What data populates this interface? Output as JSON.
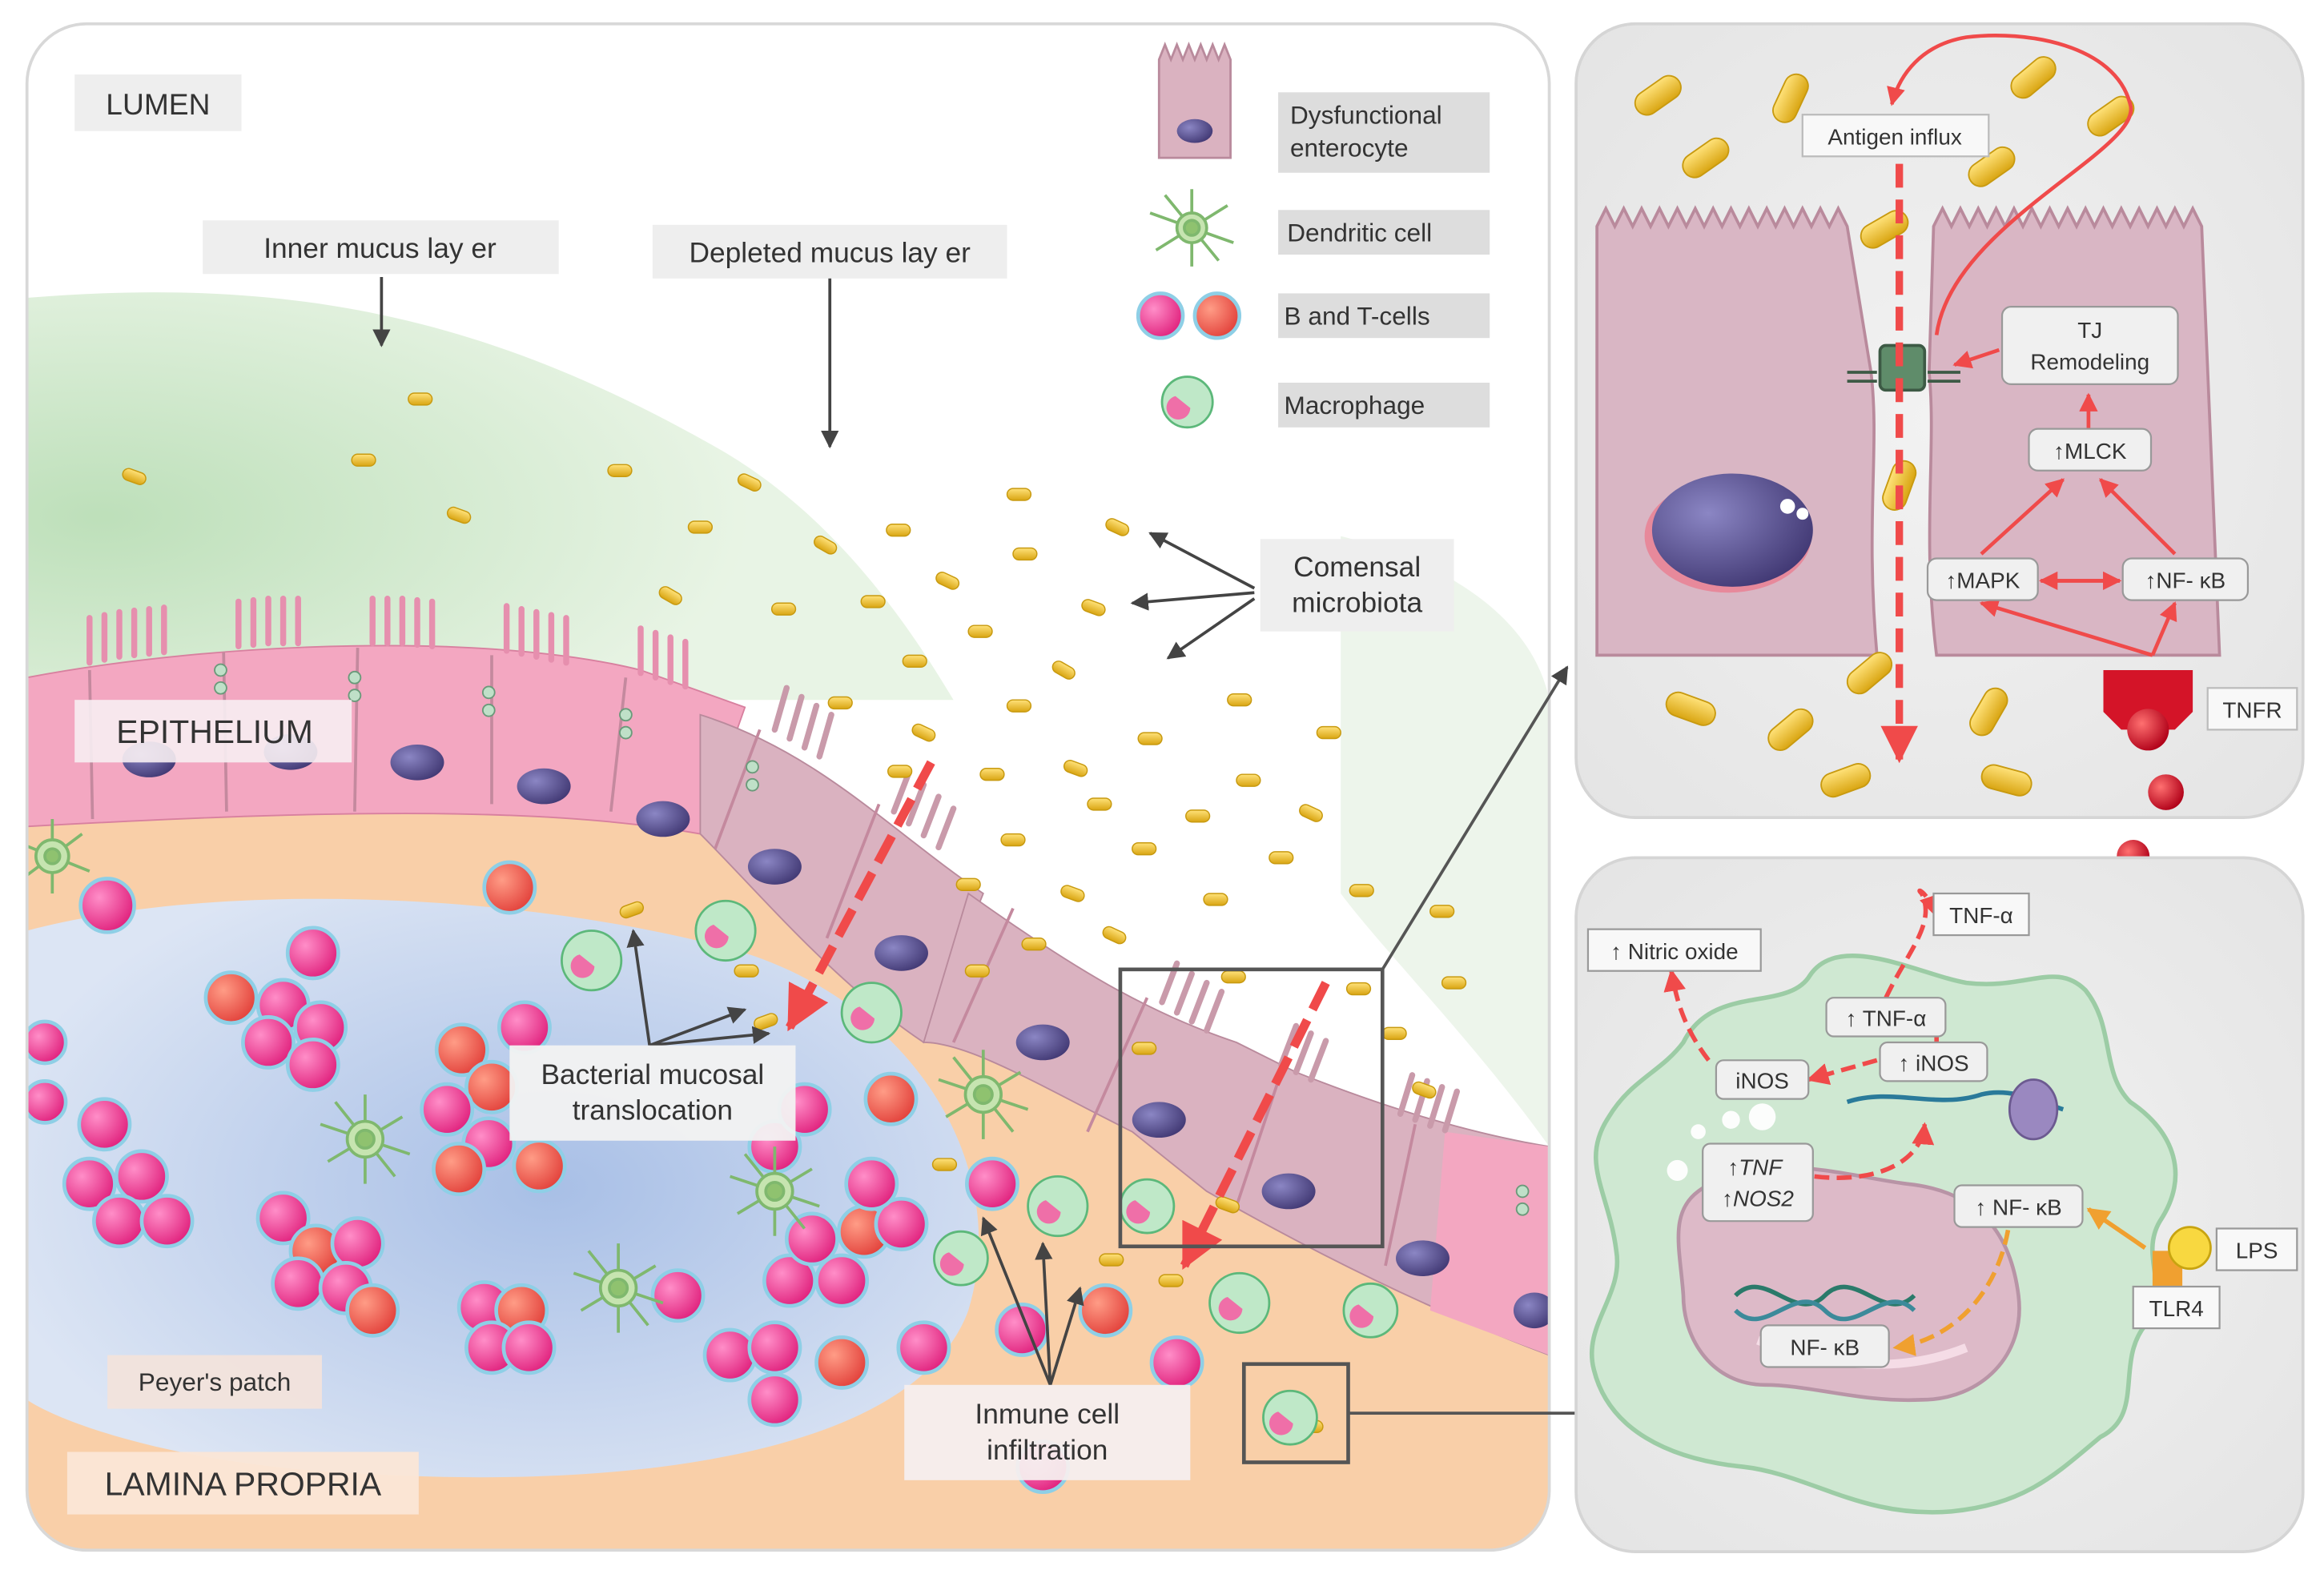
{
  "main_panel": {
    "region_labels": {
      "lumen": "LUMEN",
      "epithelium": "EPITHELIUM",
      "lamina_propria": "LAMINA PROPRIA",
      "peyers_patch": "Peyer's patch"
    },
    "annotations": {
      "inner_mucus": "Inner mucus lay er",
      "depleted_mucus": "Depleted mucus lay er",
      "commensal_line1": "Comensal",
      "commensal_line2": "microbiota",
      "translocation_line1": "Bacterial mucosal",
      "translocation_line2": "translocation",
      "infiltration_line1": "Inmune  cell",
      "infiltration_line2": "infiltration"
    }
  },
  "legend": {
    "items": [
      {
        "line1": "Dysfunctional",
        "line2": "enterocyte"
      },
      {
        "line1": "Dendritic cell",
        "line2": ""
      },
      {
        "line1": "B and T-cells",
        "line2": ""
      },
      {
        "line1": "Macrophage",
        "line2": ""
      }
    ]
  },
  "tj_panel": {
    "antigen_influx": "Antigen influx",
    "tj_line1": "TJ",
    "tj_line2": "Remodeling",
    "mlck": "↑MLCK",
    "mapk": "↑MAPK",
    "nfkb": "↑NF- κB",
    "tnfr": "TNFR"
  },
  "macrophage_panel": {
    "nitric_oxide": "↑ Nitric oxide",
    "tnf_alpha_out": "TNF-α",
    "tnf_alpha_up": "↑ TNF-α",
    "inos_up": "↑ iNOS",
    "inos": "iNOS",
    "tnf_gene": "↑TNF",
    "nos2_gene": "↑NOS2",
    "nfkb_up": "↑ NF- κB",
    "nfkb": "NF- κB",
    "lps": "LPS",
    "tlr4": "TLR4"
  },
  "colors": {
    "arrow_red": "#f04a4a",
    "arrow_orange": "#f0a030",
    "bacteria_yellow": "#f2c530",
    "epithelium_pink": "#f1a0bc",
    "dysfunctional_mauve": "#dab2c0",
    "lamina_orange": "#f9cfa8",
    "peyer_blue": "#c4d4ec",
    "macrophage_green": "#cfe8d2"
  }
}
